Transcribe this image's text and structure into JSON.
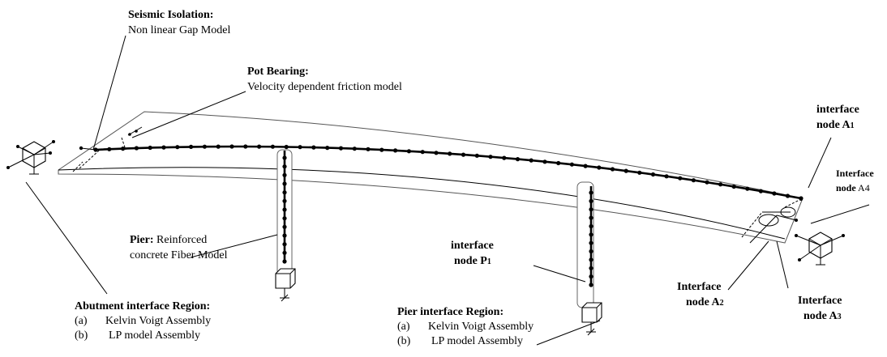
{
  "labels": {
    "seismic_isolation": {
      "title": "Seismic Isolation:",
      "desc": "Non linear Gap Model"
    },
    "pot_bearing": {
      "title": "Pot Bearing:",
      "desc": "Velocity dependent friction model"
    },
    "pier": {
      "title": "Pier:",
      "desc_line1": "Reinforced",
      "desc_line2": "concrete Fiber Model"
    },
    "abutment_region": {
      "title": "Abutment interface Region:",
      "items": [
        {
          "marker": "(a)",
          "text": "Kelvin Voigt Assembly"
        },
        {
          "marker": "(b)",
          "text": "LP model Assembly"
        }
      ]
    },
    "pier_region": {
      "title": "Pier interface Region:",
      "items": [
        {
          "marker": "(a)",
          "text": "Kelvin Voigt Assembly"
        },
        {
          "marker": "(b)",
          "text": "LP model Assembly"
        }
      ]
    },
    "node_p1": {
      "line1": "interface",
      "line2": "node P",
      "sub": "1"
    },
    "node_a1": {
      "line1": "interface",
      "line2": "node A",
      "sub": "1"
    },
    "node_a2": {
      "line1": "Interface",
      "line2": "node A",
      "sub": "2"
    },
    "node_a3": {
      "line1": "Interface",
      "line2": "node A",
      "sub": "3"
    },
    "node_a4": {
      "line1": "Interface",
      "line2_prefix": "node",
      "line2_suffix": " A4"
    }
  },
  "icons": {
    "support_box": "spring-support-box-icon",
    "boundary_cube": "boundary-condition-cube-icon"
  },
  "colors": {
    "line": "#000000",
    "deck_outline": "#555555",
    "background": "#ffffff"
  }
}
